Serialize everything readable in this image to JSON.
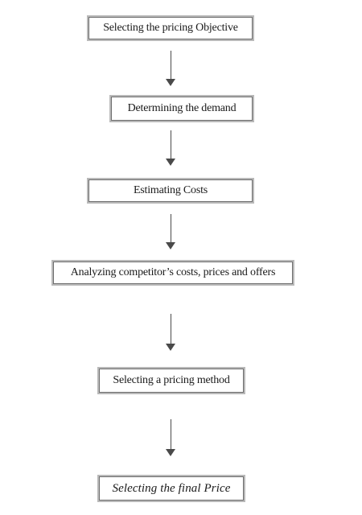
{
  "steps": [
    {
      "label": "Selecting the pricing Objective"
    },
    {
      "label": "Determining the demand"
    },
    {
      "label": "Estimating  Costs"
    },
    {
      "label": "Analyzing competitor’s costs, prices and offers"
    },
    {
      "label": "Selecting a pricing method"
    },
    {
      "label": "Selecting the final Price"
    }
  ]
}
